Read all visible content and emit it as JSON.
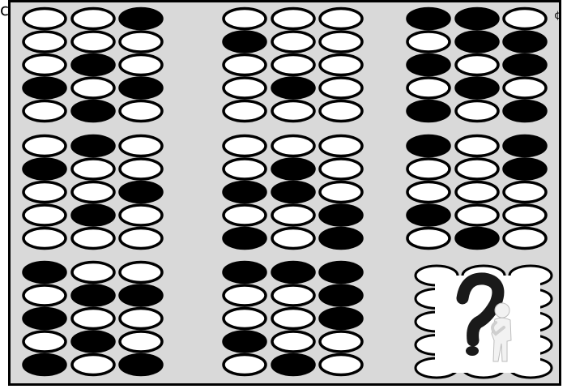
{
  "puzzle": {
    "colors": {
      "board": "#d9d9d9",
      "filled": "#000000",
      "empty": "#ffffff"
    },
    "edge_glyph_left": "c",
    "edge_glyph_right": "¢",
    "panels": [
      {
        "name": "panel-r1-c1",
        "grid": [
          [
            0,
            0,
            1
          ],
          [
            0,
            0,
            0
          ],
          [
            0,
            1,
            0
          ],
          [
            1,
            0,
            1
          ],
          [
            0,
            1,
            0
          ]
        ]
      },
      {
        "name": "panel-r1-c2",
        "grid": [
          [
            0,
            0,
            0
          ],
          [
            1,
            0,
            0
          ],
          [
            0,
            0,
            0
          ],
          [
            0,
            1,
            0
          ],
          [
            0,
            0,
            0
          ]
        ]
      },
      {
        "name": "panel-r1-c3",
        "grid": [
          [
            1,
            1,
            0
          ],
          [
            0,
            1,
            1
          ],
          [
            1,
            0,
            1
          ],
          [
            0,
            1,
            0
          ],
          [
            1,
            0,
            1
          ]
        ]
      },
      {
        "name": "panel-r2-c1",
        "grid": [
          [
            0,
            1,
            0
          ],
          [
            1,
            0,
            0
          ],
          [
            0,
            0,
            1
          ],
          [
            0,
            1,
            0
          ],
          [
            0,
            0,
            0
          ]
        ]
      },
      {
        "name": "panel-r2-c2",
        "grid": [
          [
            0,
            0,
            0
          ],
          [
            0,
            1,
            0
          ],
          [
            1,
            1,
            0
          ],
          [
            0,
            0,
            1
          ],
          [
            1,
            0,
            1
          ]
        ]
      },
      {
        "name": "panel-r2-c3",
        "grid": [
          [
            1,
            0,
            1
          ],
          [
            0,
            0,
            1
          ],
          [
            0,
            0,
            0
          ],
          [
            1,
            0,
            0
          ],
          [
            0,
            1,
            0
          ]
        ]
      },
      {
        "name": "panel-r3-c1",
        "grid": [
          [
            1,
            0,
            0
          ],
          [
            0,
            1,
            1
          ],
          [
            1,
            0,
            0
          ],
          [
            0,
            1,
            0
          ],
          [
            1,
            0,
            1
          ]
        ]
      },
      {
        "name": "panel-r3-c2",
        "grid": [
          [
            1,
            1,
            1
          ],
          [
            0,
            0,
            1
          ],
          [
            0,
            0,
            1
          ],
          [
            1,
            0,
            0
          ],
          [
            0,
            1,
            0
          ]
        ]
      },
      {
        "name": "panel-r3-c3",
        "missing": true,
        "image": "question-mark-figure-icon"
      }
    ]
  }
}
